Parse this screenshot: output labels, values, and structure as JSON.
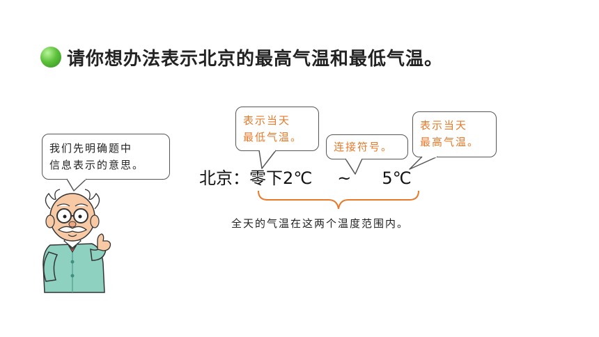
{
  "heading": {
    "text": "请你想办法表示北京的最高气温和最低气温。"
  },
  "teacher_bubble": {
    "line1": "我们先明确题中",
    "line2": "信息表示的意思。"
  },
  "callout_low": {
    "line1": "表示当天",
    "line2": "最低气温。"
  },
  "callout_connector": {
    "text": "连接符号。"
  },
  "callout_high": {
    "line1": "表示当天",
    "line2": "最高气温。"
  },
  "expression": {
    "city": "北京：",
    "low": "零下2℃",
    "connector": "~",
    "high": "5℃"
  },
  "caption": {
    "text": "全天的气温在这两个温度范围内。"
  },
  "colors": {
    "callout_text": "#e8792a",
    "bullet": "#5ec23c",
    "brace": "#e8792a"
  },
  "icons": {
    "bullet": "green-ball-icon",
    "character": "old-teacher-thumbs-up-illustration"
  }
}
